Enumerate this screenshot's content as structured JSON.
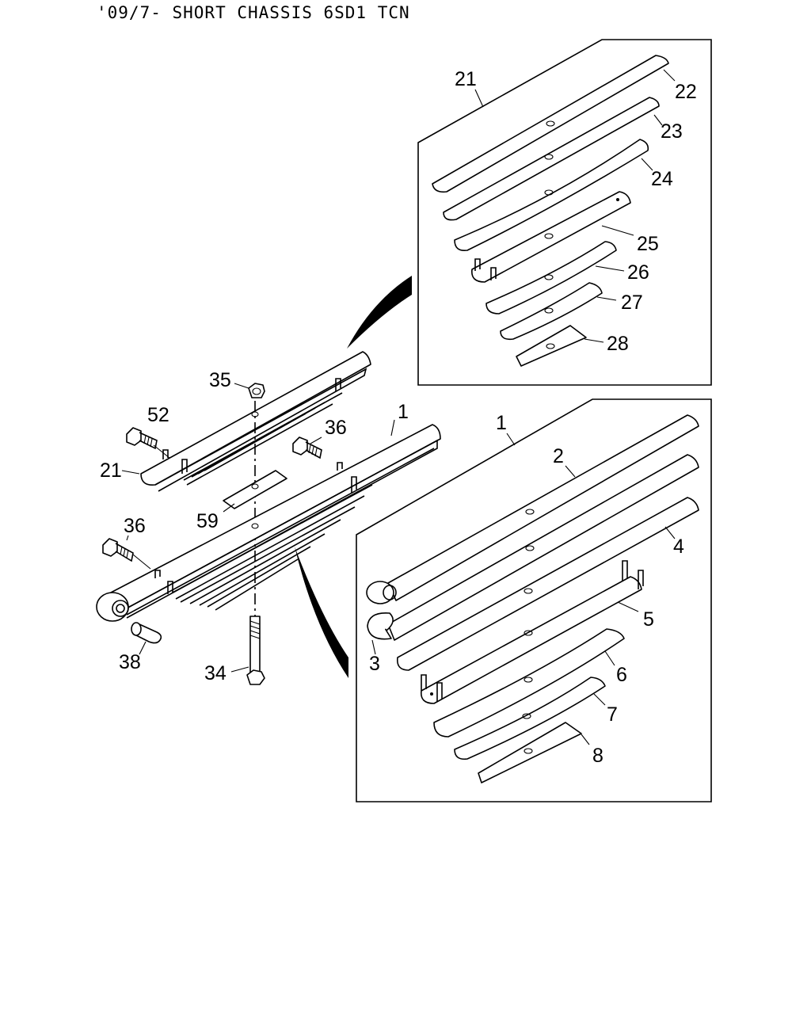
{
  "header": {
    "title": "'09/7- SHORT CHASSIS 6SD1 TCN"
  },
  "callouts": {
    "p1": "1",
    "p2": "2",
    "p3": "3",
    "p4": "4",
    "p5": "5",
    "p6": "6",
    "p7": "7",
    "p8": "8",
    "p21": "21",
    "p22": "22",
    "p23": "23",
    "p24": "24",
    "p25": "25",
    "p26": "26",
    "p27": "27",
    "p28": "28",
    "p34": "34",
    "p35": "35",
    "p36": "36",
    "p38": "38",
    "p52": "52",
    "p59": "59"
  }
}
